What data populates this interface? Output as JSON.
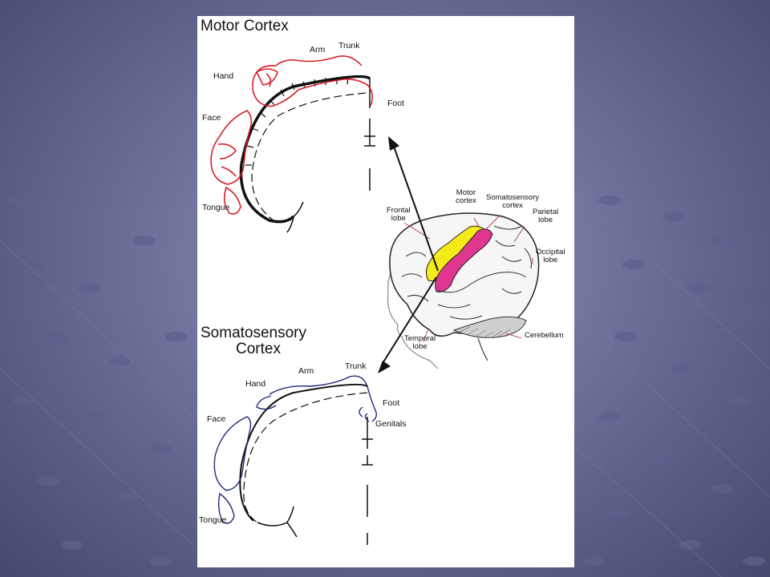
{
  "motor": {
    "title": "Motor Cortex",
    "labels": {
      "trunk": "Trunk",
      "arm": "Arm",
      "hand": "Hand",
      "foot": "Foot",
      "face": "Face",
      "tongue": "Tongue"
    }
  },
  "somato": {
    "title_line1": "Somatosensory",
    "title_line2": "Cortex",
    "labels": {
      "trunk": "Trunk",
      "arm": "Arm",
      "hand": "Hand",
      "foot": "Foot",
      "genitals": "Genitals",
      "face": "Face",
      "tongue": "Tongue"
    }
  },
  "brain": {
    "labels": {
      "motor_l1": "Motor",
      "motor_l2": "cortex",
      "somato_l1": "Somatosensory",
      "somato_l2": "cortex",
      "frontal_l1": "Frontal",
      "frontal_l2": "lobe",
      "parietal_l1": "Parietal",
      "parietal_l2": "lobe",
      "occipital_l1": "Occipital",
      "occipital_l2": "lobe",
      "temporal_l1": "Temporal",
      "temporal_l2": "lobe",
      "cerebellum": "Cerebellum"
    }
  },
  "colors": {
    "motor_strip": "#f4ea1a",
    "somato_strip": "#e0368f",
    "motor_homunculus": "#d8202a",
    "somato_homunculus": "#1f2a78",
    "label_pointer": "#b0307c"
  }
}
